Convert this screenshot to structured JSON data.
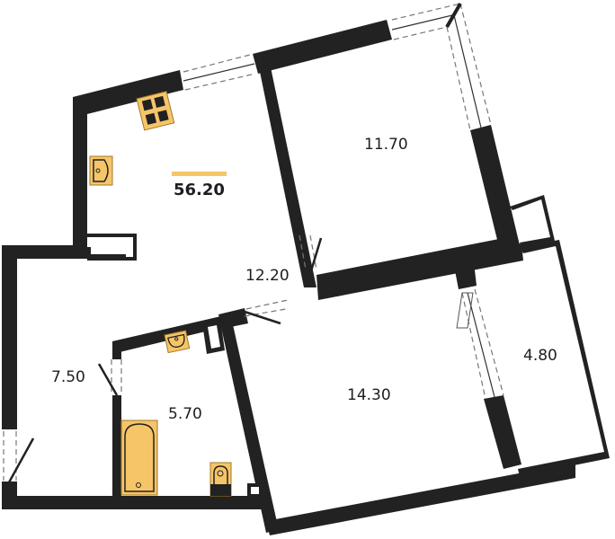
{
  "plan": {
    "total_area": "56.20",
    "accent_color": "#f6c567",
    "wall_color": "#222222",
    "rooms": [
      {
        "id": "room-11-70",
        "area": "11.70"
      },
      {
        "id": "kitchen-living",
        "area": "12.20"
      },
      {
        "id": "hallway",
        "area": "7.50"
      },
      {
        "id": "bathroom",
        "area": "5.70"
      },
      {
        "id": "bedroom",
        "area": "14.30"
      },
      {
        "id": "balcony",
        "area": "4.80"
      }
    ],
    "fixtures": [
      {
        "name": "stove-icon"
      },
      {
        "name": "kitchen-sink-icon"
      },
      {
        "name": "bathroom-sink-icon"
      },
      {
        "name": "bathtub-icon"
      },
      {
        "name": "toilet-icon"
      }
    ]
  }
}
